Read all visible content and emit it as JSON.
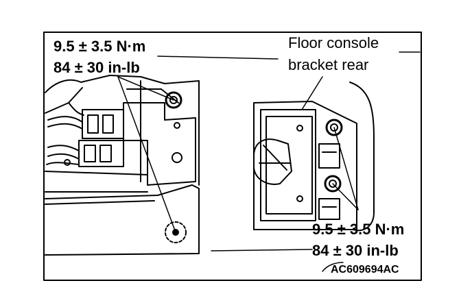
{
  "labels": {
    "torque_top_nm": "9.5 ± 3.5 N·m",
    "torque_top_inlb": "84 ± 30 in-lb",
    "part_name_line1": "Floor console",
    "part_name_line2": "bracket rear",
    "torque_bottom_nm": "9.5 ± 3.5 N·m",
    "torque_bottom_inlb": "84 ± 30 in-lb",
    "figure_code": "AC609694AC"
  },
  "colors": {
    "ink": "#000000",
    "paper": "#ffffff"
  }
}
